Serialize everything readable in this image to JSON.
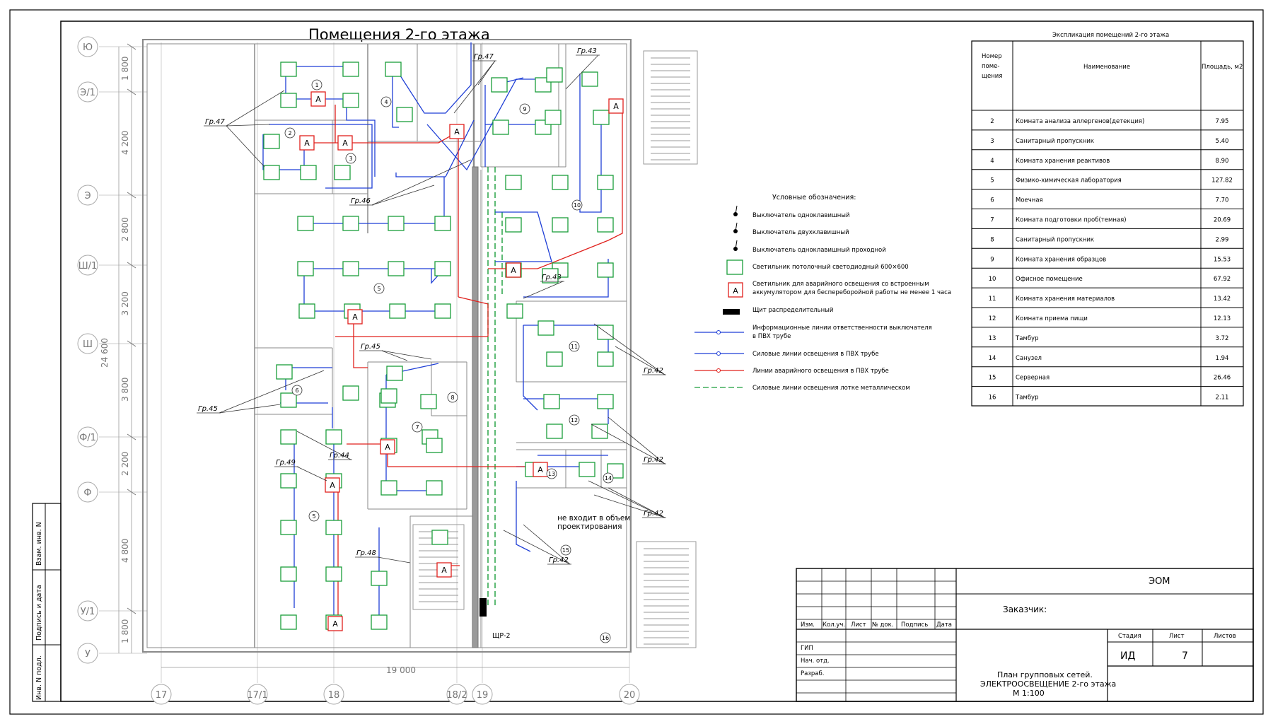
{
  "title": "Помещения 2-го этажа",
  "axes": {
    "rows": [
      "Ю",
      "Э/1",
      "Э",
      "Ш/1",
      "Ш",
      "Ф/1",
      "Ф",
      "У/1",
      "У"
    ],
    "cols": [
      "17",
      "17/1",
      "18",
      "18/2",
      "19",
      "20"
    ]
  },
  "dims": {
    "vertical": [
      "1 800",
      "4 200",
      "2 800",
      "3 200",
      "3 800",
      "2 200",
      "4 800",
      "1 800"
    ],
    "total_vertical": "24 600",
    "total_horizontal": "19 000"
  },
  "groups": [
    "Гр.47",
    "Гр.47",
    "Гр.43",
    "Гр.46",
    "Гр.43",
    "Гр.45",
    "Гр.45",
    "Гр.42",
    "Гр.42",
    "Гр.42",
    "Гр.42",
    "Гр.44",
    "Гр.49",
    "Гр.48"
  ],
  "rooms": [
    "1",
    "2",
    "3",
    "4",
    "5",
    "5",
    "6",
    "7",
    "8",
    "9",
    "10",
    "11",
    "12",
    "13",
    "14",
    "15",
    "16"
  ],
  "panel_label": "ЩР-2",
  "note": [
    "не входит в объем",
    "проектирования"
  ],
  "legend": {
    "title": "Условные обозначения:",
    "emerg_mark": "A",
    "items": [
      "Выключатель одноклавишный",
      "Выключатель двухклавишный",
      "Выключатель одноклавишный проходной",
      "Светильник потолочный светодиодный 600×600",
      "Светильник для аварийного освещения со встроенным",
      "аккумулятором для беспереборойной работы не менее 1 часа",
      "Щит распределительный",
      "Информационные линии ответственности выключателя",
      "в ПВХ трубе",
      "Силовые линии освещения в ПВХ трубе",
      "Линии аварийного освещения в ПВХ трубе",
      "Силовые линии освещения лотке металлическом"
    ]
  },
  "explication": {
    "title": "Экспликация помещений 2-го этажа",
    "headers": {
      "num": [
        "Номер",
        "поме-",
        "щения"
      ],
      "name": "Наименование",
      "area": "Площадь, м2"
    },
    "rows": [
      [
        "2",
        "Комната анализа аллергенов(детекция)",
        "7.95"
      ],
      [
        "3",
        "Санитарный пропускник",
        "5.40"
      ],
      [
        "4",
        "Комната хранения реактивов",
        "8.90"
      ],
      [
        "5",
        "Физико-химическая лаборатория",
        "127.82"
      ],
      [
        "6",
        "Моечная",
        "7.70"
      ],
      [
        "7",
        "Комната подготовки проб(темная)",
        "20.69"
      ],
      [
        "8",
        "Санитарный пропускник",
        "2.99"
      ],
      [
        "9",
        "Комната хранения образцов",
        "15.53"
      ],
      [
        "10",
        "Офисное помещение",
        "67.92"
      ],
      [
        "11",
        "Комната хранения материалов",
        "13.42"
      ],
      [
        "12",
        "Комната приема пищи",
        "12.13"
      ],
      [
        "13",
        "Тамбур",
        "3.72"
      ],
      [
        "14",
        "Санузел",
        "1.94"
      ],
      [
        "15",
        "Серверная",
        "26.46"
      ],
      [
        "16",
        "Тамбур",
        "2.11"
      ]
    ]
  },
  "stamp": {
    "code": "ЭОМ",
    "customer": "Заказчик:",
    "change_headers": [
      "Изм.",
      "Кол.уч.",
      "Лист",
      "№ док.",
      "Подпись",
      "Дата"
    ],
    "roles": [
      "ГИП",
      "Нач. отд.",
      "Разраб."
    ],
    "stage_label": "Стадия",
    "sheet_label": "Лист",
    "sheets_label": "Листов",
    "stage": "ИД",
    "sheet": "7",
    "description": [
      "План групповых сетей.",
      "ЭЛЕКТРООСВЕЩЕНИЕ 2-го этажа",
      "М 1:100"
    ]
  },
  "side_stamp": [
    "Взам. инв. N",
    "Подпись и дата",
    "Инв. N подл."
  ],
  "colors": {
    "blue": "#1f3fd6",
    "red": "#e0201c",
    "green": "#1a9d3a",
    "wall": "#8a8a8a"
  }
}
